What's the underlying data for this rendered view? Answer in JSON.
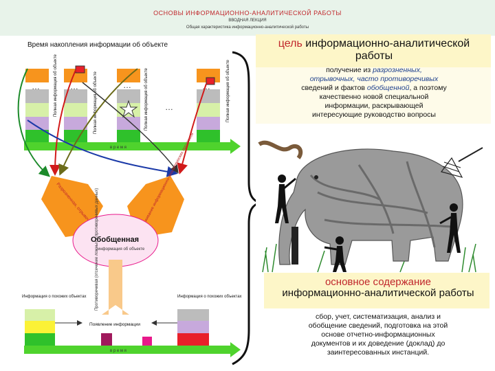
{
  "header": {
    "title": "ОСНОВЫ ИНФОРМАЦИОННО-АНАЛИТИЧЕСКОЙ РАБОТЫ",
    "subtitle_1": "ВВОДНАЯ ЛЕКЦИЯ",
    "subtitle_2": "Общая характеристика информационно-аналитической работы"
  },
  "diagram": {
    "title": "Время накопления информации об объекте",
    "time_label_top": "в р е м я",
    "time_label_bottom": "в р е м я",
    "dots": "…",
    "column_label": "Полная информация об объекте",
    "left_arrow_label": "Разрозненная, отрывочная, противоречивая",
    "right_arrow_label": "Отслеживание информационно-аналитических процессов",
    "circle_title": "Обобщенная",
    "circle_sub": "информация об объекте",
    "up_arrow_label": "Противоречивая (отсечение ложных и противоречивых данных)",
    "left_similar": "Информация о похожих объектах",
    "right_similar": "Информация о похожих объектах",
    "hint_label": "Появление информации",
    "colors": {
      "orange": "#f7941d",
      "gray": "#bcbcbc",
      "light_green": "#d7f0a8",
      "violet": "#c7a9dc",
      "green": "#2fc12b",
      "yellow": "#fbf236",
      "red": "#e8202a",
      "magenta": "#c0137f",
      "pink": "#e8198b",
      "time_bar": "#4fd32d",
      "bracket": "#111111"
    }
  },
  "goal": {
    "heading_red": "цель",
    "heading_rest": " информационно-аналитической работы",
    "line1_plain": "получение из ",
    "line1_em": "разрозненных,",
    "line2_em": "отрывочных, часто противоречивых",
    "line3_plain_a": "сведений и фактов ",
    "line3_em": "обобщенной",
    "line3_plain_b": ", а поэтому",
    "line4": "качественно новой специальной",
    "line5": "информации, раскрывающей",
    "line6": "интересующие руководство вопросы"
  },
  "content": {
    "heading_red": "основное содержание",
    "heading_rest": "информационно-аналитической работы",
    "body_lines": [
      "сбор, учет, систематизация, анализ и",
      "обобщение сведений, подготовка на этой",
      "основе отчетно-информационных",
      "документов и их доведение (доклад) до",
      "заинтересованных инстанций."
    ]
  }
}
